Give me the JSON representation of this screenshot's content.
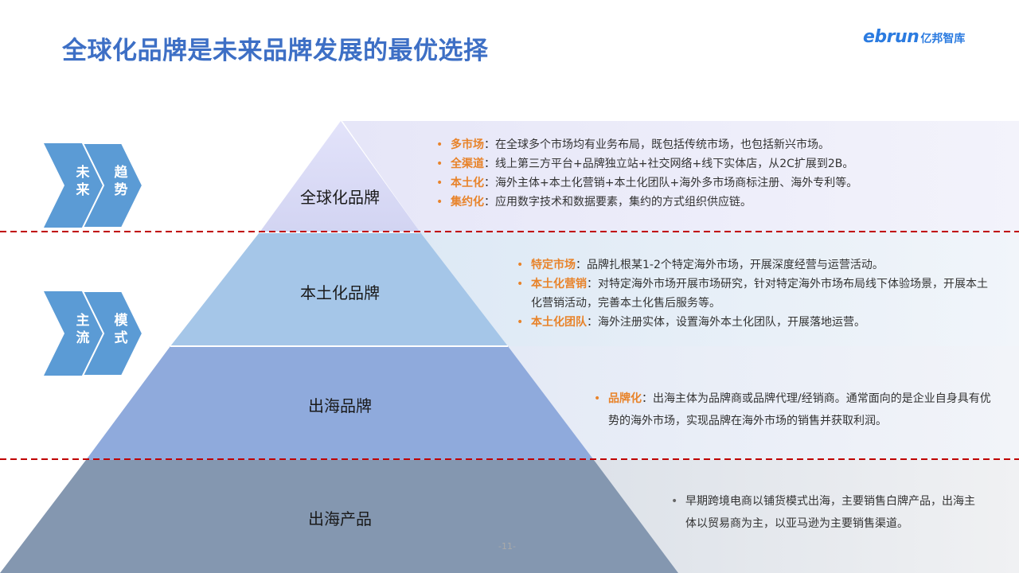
{
  "header": {
    "title": "全球化品牌是未来品牌发展的最优选择",
    "logo_en": "ebrun",
    "logo_zh": "亿邦智库"
  },
  "side_tags": [
    {
      "col1": [
        "未",
        "来"
      ],
      "col2": [
        "趋",
        "势"
      ]
    },
    {
      "col1": [
        "主",
        "流"
      ],
      "col2": [
        "模",
        "式"
      ]
    }
  ],
  "pyramid": {
    "tiers": [
      {
        "label": "全球化品牌"
      },
      {
        "label": "本土化品牌"
      },
      {
        "label": "出海品牌"
      },
      {
        "label": "出海产品"
      }
    ]
  },
  "descriptions": {
    "global": [
      {
        "keyword": "多市场",
        "text": "：在全球多个市场均有业务布局，既包括传统市场，也包括新兴市场。"
      },
      {
        "keyword": "全渠道",
        "text": "：线上第三方平台+品牌独立站+社交网络+线下实体店，从2C扩展到2B。"
      },
      {
        "keyword": "本土化",
        "text": "：海外主体+本土化营销+本土化团队+海外多市场商标注册、海外专利等。"
      },
      {
        "keyword": "集约化",
        "text": "：应用数字技术和数据要素，集约的方式组织供应链。"
      }
    ],
    "local": [
      {
        "keyword": "特定市场",
        "text": "：品牌扎根某1-2个特定海外市场，开展深度经营与运营活动。"
      },
      {
        "keyword": "本土化营销",
        "text": "：对特定海外市场开展市场研究，针对特定海外市场布局线下体验场景，开展本土化营销活动，完善本土化售后服务等。"
      },
      {
        "keyword": "本土化团队",
        "text": "：海外注册实体，设置海外本土化团队，开展落地运营。"
      }
    ],
    "brand": [
      {
        "keyword": "品牌化",
        "text": "：出海主体为品牌商或品牌代理/经销商。通常面向的是企业自身具有优势的海外市场，实现品牌在海外市场的销售并获取利润。"
      }
    ],
    "product": [
      {
        "keyword": "",
        "text": "早期跨境电商以铺货模式出海，主要销售白牌产品，出海主体以贸易商为主，以亚马逊为主要销售渠道。"
      }
    ]
  },
  "footer": {
    "page": "-11-"
  },
  "colors": {
    "title": "#3d6fc5",
    "accent": "#e8832a",
    "tier1": "#dcdcf7",
    "tier2": "#a5c6e8",
    "tier3": "#8faadc",
    "tier4": "#8497b0",
    "divider": "#c00000",
    "chevron": "#5b9bd5"
  }
}
